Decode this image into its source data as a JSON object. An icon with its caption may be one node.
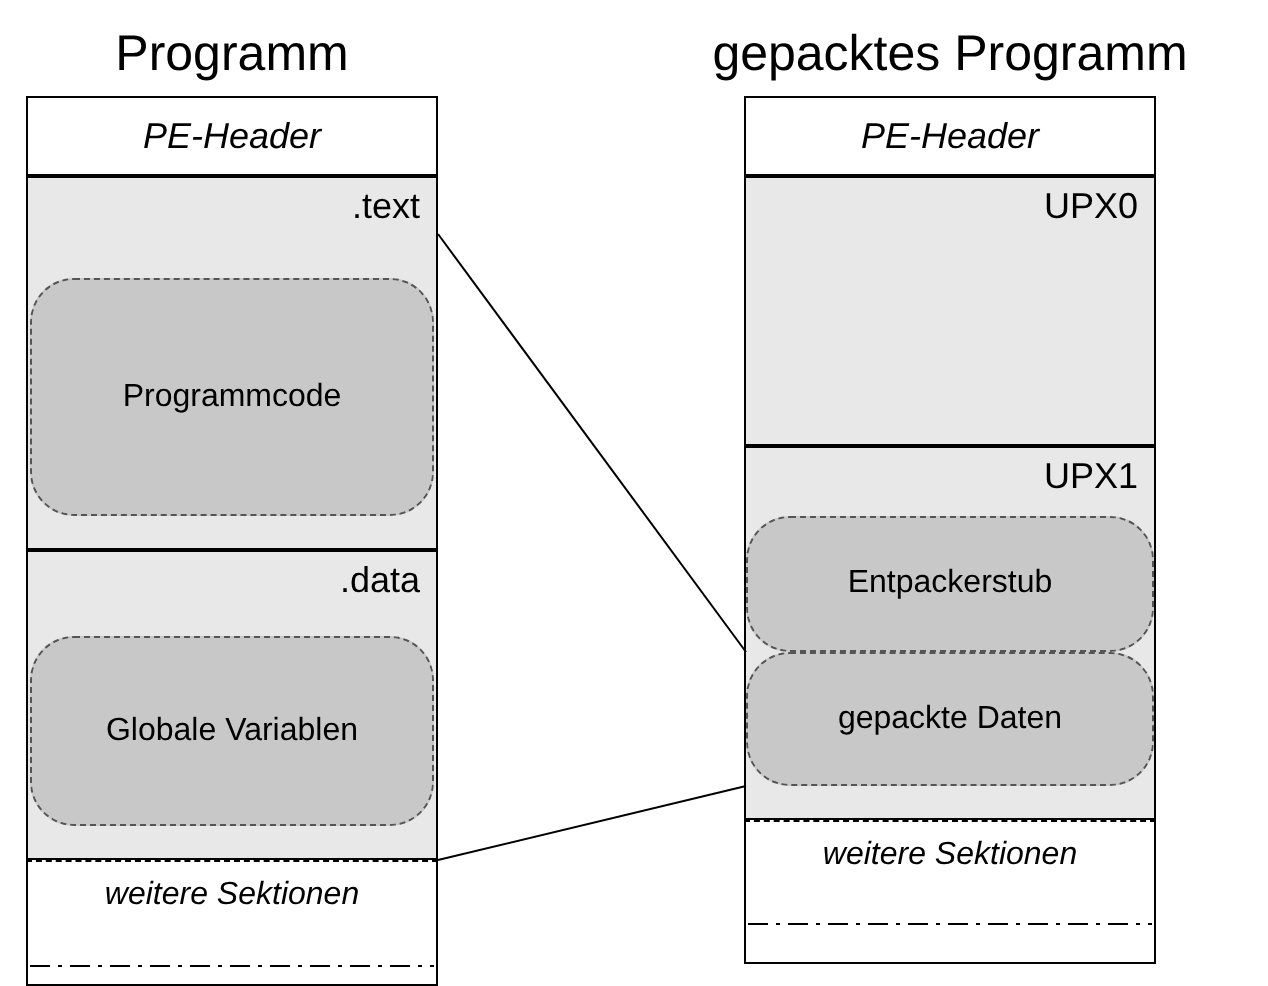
{
  "diagram": {
    "nodes": [
      {
        "text": [
          "Programm"
        ]
      },
      {
        "text": [
          "PE-Header"
        ],
        "in": 0
      },
      {
        "text": [
          ".text"
        ],
        "in": 0
      },
      {
        "text": [
          "Programmcode"
        ],
        "in": 2
      },
      {
        "text": [
          ".data"
        ],
        "in": 0
      },
      {
        "text": [
          "Globale Variablen"
        ],
        "in": 4
      },
      {
        "text": [
          "weitere Sektionen"
        ],
        "in": 0
      },
      {
        "text": [
          "gepacktes Programm"
        ]
      },
      {
        "text": [
          "PE-Header"
        ],
        "in": 7
      },
      {
        "text": [
          "UPX0"
        ],
        "in": 7
      },
      {
        "text": [
          "UPX1"
        ],
        "in": 7
      },
      {
        "text": [
          "Entpackerstub"
        ],
        "in": 10
      },
      {
        "text": [
          "gepackte Daten"
        ],
        "in": 10
      },
      {
        "text": [
          "weitere Sektionen"
        ],
        "in": 7
      }
    ],
    "edges": [
      {
        "from": 2,
        "to": 12,
        "arrow": "none"
      },
      {
        "from": 4,
        "to": 12,
        "arrow": "none"
      }
    ]
  }
}
